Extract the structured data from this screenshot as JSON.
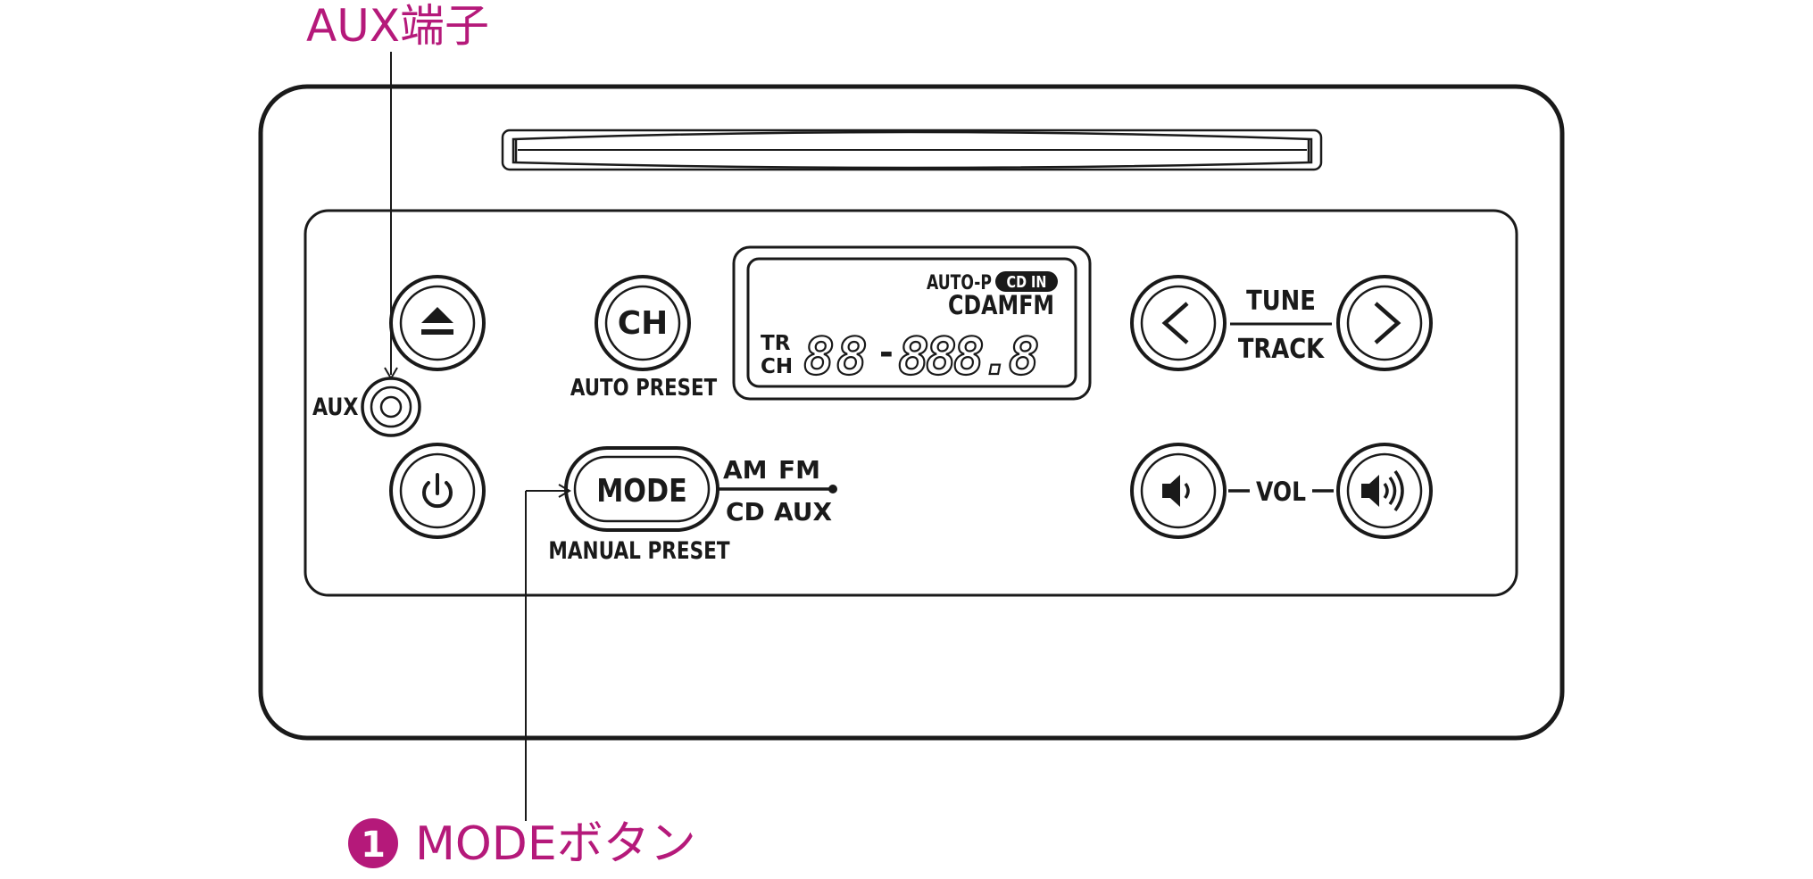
{
  "callouts": {
    "aux": "AUX端子",
    "mode_number": "1",
    "mode": "MODEボタン"
  },
  "buttons": {
    "ch": "CH",
    "mode": "MODE",
    "eject_icon": "eject-icon",
    "power_icon": "power-icon",
    "prev_icon": "chevron-left-icon",
    "next_icon": "chevron-right-icon",
    "vol_down_icon": "speaker-low-icon",
    "vol_up_icon": "speaker-high-icon"
  },
  "labels": {
    "aux": "AUX",
    "auto_preset": "AUTO PRESET",
    "manual_preset": "MANUAL PRESET",
    "am": "AM",
    "fm": "FM",
    "cd": "CD",
    "aux_mode": "AUX",
    "tune": "TUNE",
    "track": "TRACK",
    "vol": "VOL"
  },
  "display": {
    "auto_p": "AUTO-P",
    "cd_in": "CD IN",
    "source": "CDAMFM",
    "tr": "TR",
    "ch": "CH",
    "segments_left": "88",
    "dash": "-",
    "segments_right": "888.8"
  },
  "colors": {
    "callout": "#b5197a",
    "ink": "#1a1a1a",
    "background": "#ffffff"
  }
}
